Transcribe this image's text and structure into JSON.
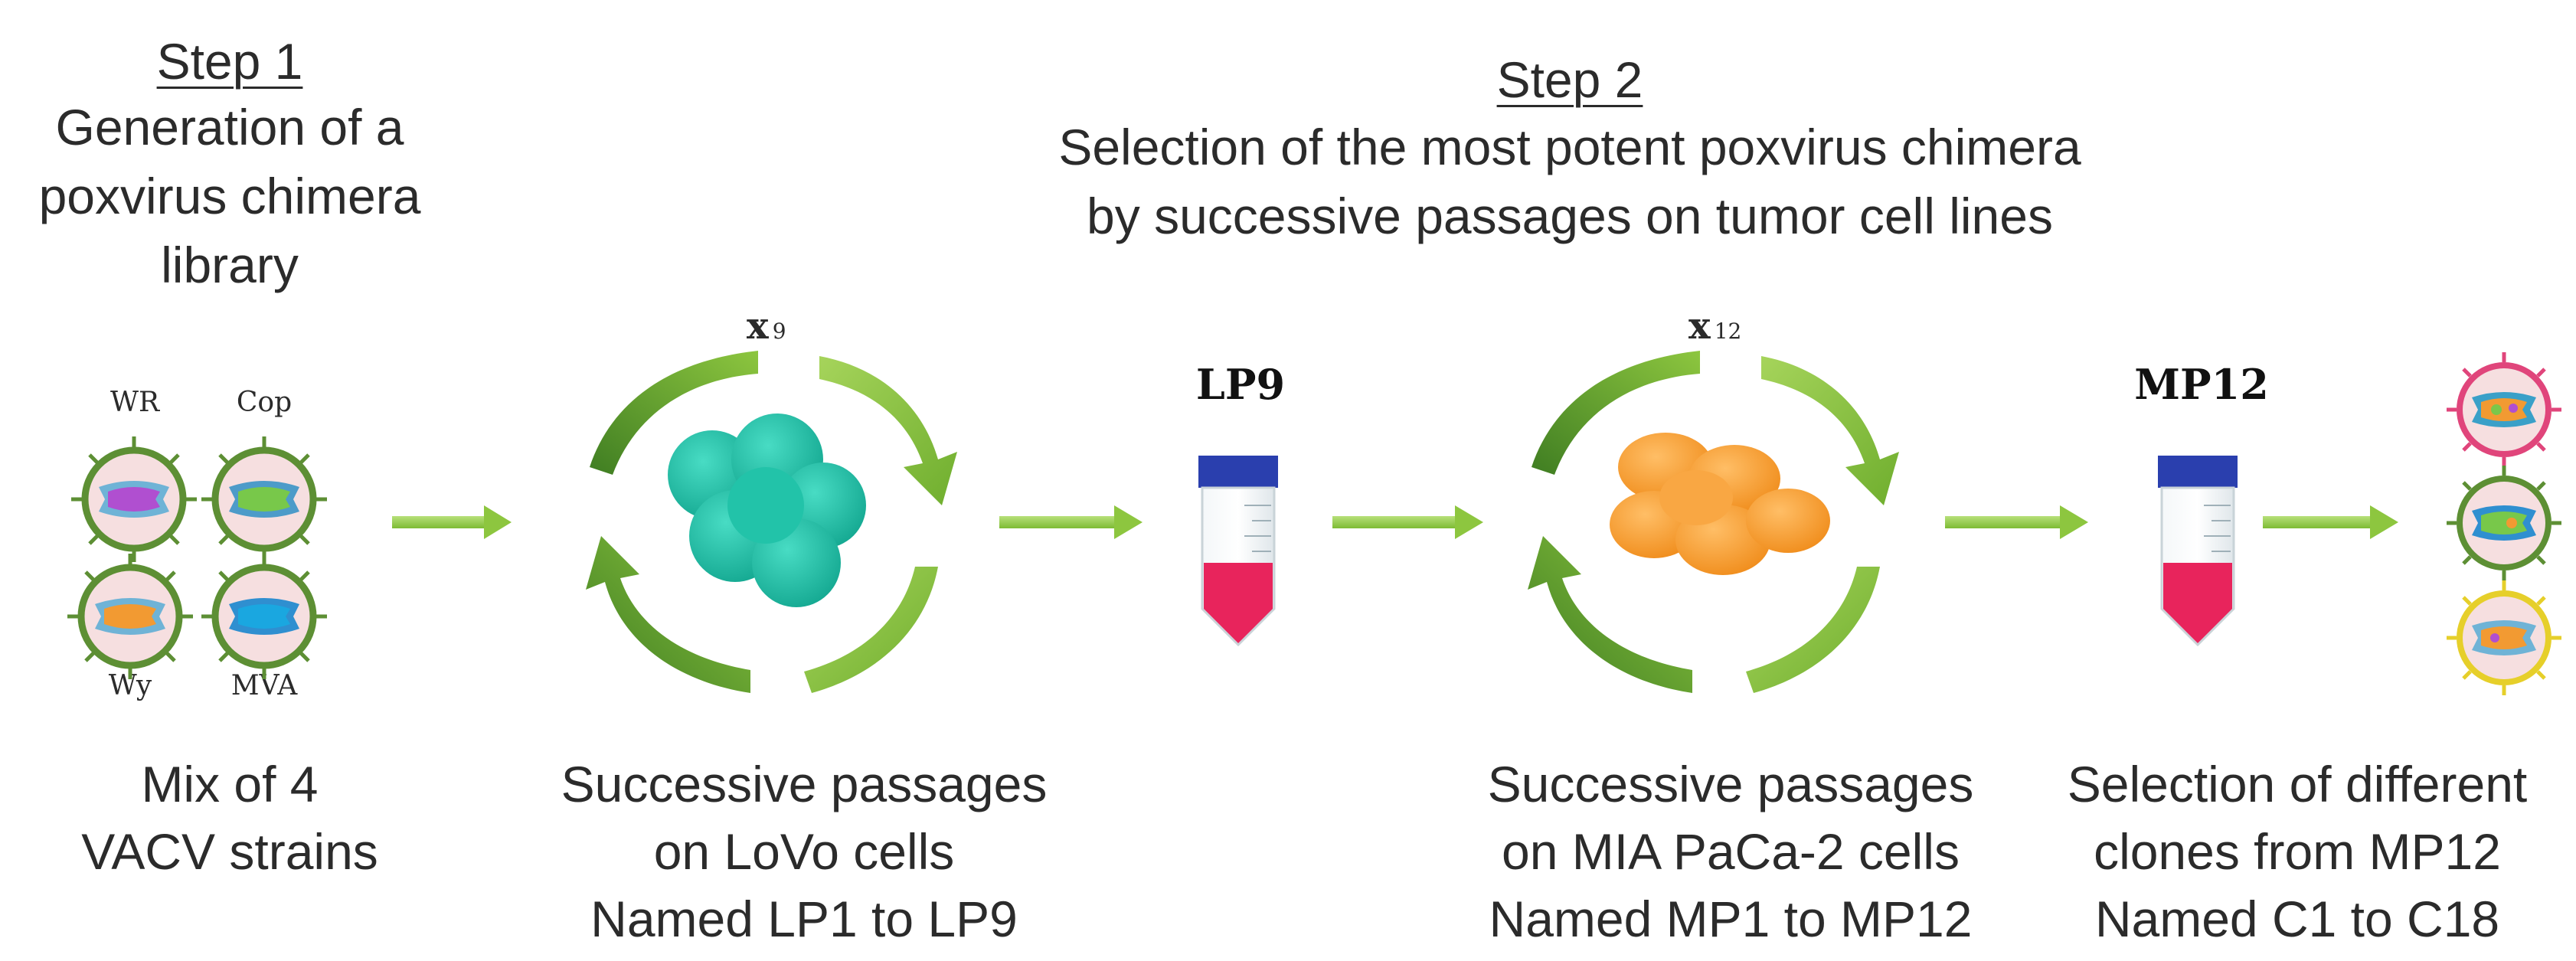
{
  "step1": {
    "heading": "Step 1",
    "title_lines": [
      "Generation of a",
      "poxvirus chimera",
      "library"
    ]
  },
  "step2": {
    "heading": "Step 2",
    "title_lines": [
      "Selection of the most potent poxvirus chimera",
      "by successive passages on tumor cell lines"
    ]
  },
  "strains": {
    "wr": "WR",
    "cop": "Cop",
    "wy": "Wy",
    "mva": "MVA"
  },
  "mix_caption": [
    "Mix of 4",
    "VACV strains"
  ],
  "cycle1": {
    "x_symbol": "x",
    "count": "9",
    "caption": [
      "Successive passages",
      "on LoVo cells",
      "Named LP1 to LP9"
    ]
  },
  "tube1": {
    "label": "LP9"
  },
  "cycle2": {
    "x_symbol": "x",
    "count": "12",
    "caption": [
      "Successive passages",
      "on MIA PaCa-2 cells",
      "Named MP1 to MP12"
    ]
  },
  "tube2": {
    "label": "MP12"
  },
  "clones_caption": [
    "Selection of different",
    "clones from MP12",
    "Named C1 to C18"
  ],
  "colors": {
    "arrow": "#8dc63f",
    "arrow_dark": "#4f8a2a",
    "lovo_cells": "#1fbfa6",
    "mia_cells": "#f7a23b",
    "tube_cap": "#2a3fae",
    "tube_liquid": "#e8245c"
  }
}
